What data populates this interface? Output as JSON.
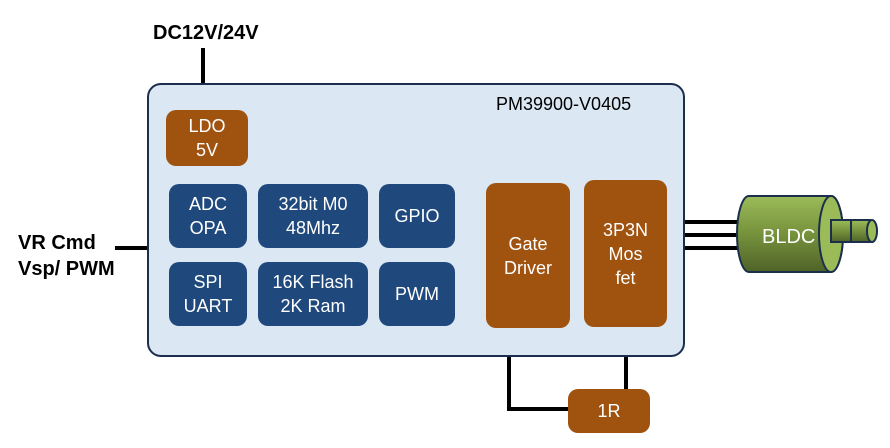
{
  "power_input": "DC12V/24V",
  "command_input": {
    "line1": "VR Cmd",
    "line2": "Vsp/ PWM"
  },
  "chip_name": "PM39900-V0405",
  "blocks": {
    "ldo": {
      "line1": "LDO",
      "line2": "5V"
    },
    "adc": {
      "line1": "ADC",
      "line2": "OPA"
    },
    "cpu": {
      "line1": "32bit M0",
      "line2": "48Mhz"
    },
    "gpio": {
      "line1": "GPIO"
    },
    "spi": {
      "line1": "SPI",
      "line2": "UART"
    },
    "memory": {
      "line1": "16K Flash",
      "line2": "2K Ram"
    },
    "pwm": {
      "line1": "PWM"
    },
    "gate_driver": {
      "line1": "Gate",
      "line2": "Driver"
    },
    "mosfet": {
      "line1": "3P3N",
      "line2": "Mos",
      "line3": "fet"
    },
    "resistor": {
      "line1": "1R"
    }
  },
  "motor": "BLDC",
  "colors": {
    "board_fill": "#dbe8f3",
    "mcu_block": "#1f497d",
    "power_block": "#a0520f",
    "motor": "#76923c"
  }
}
